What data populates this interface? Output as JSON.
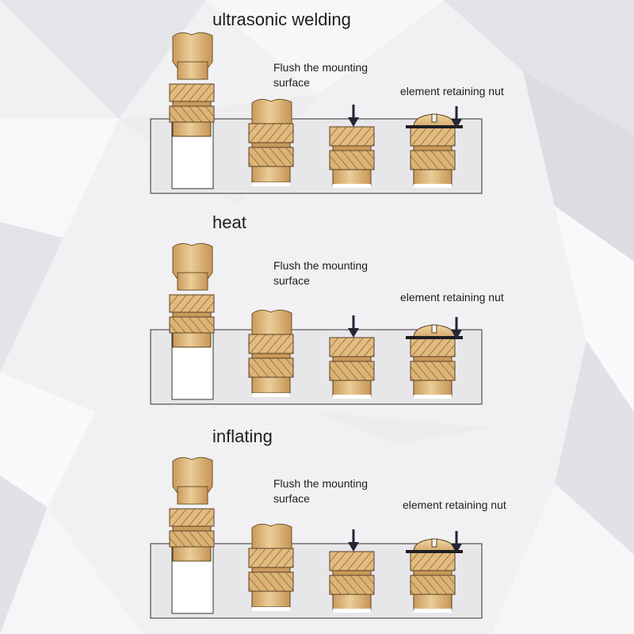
{
  "sections": [
    {
      "title": "ultrasonic welding",
      "flush_label_line1": "Flush the mounting",
      "flush_label_line2": "surface",
      "nut_label": "element retaining nut"
    },
    {
      "title": "heat",
      "flush_label_line1": "Flush the mounting",
      "flush_label_line2": "surface",
      "nut_label": "element retaining nut"
    },
    {
      "title": "inflating",
      "flush_label_line1": "Flush the mounting",
      "flush_label_line2": "surface",
      "nut_label": "element retaining nut"
    }
  ],
  "colors": {
    "brass_light": "#e9c893",
    "brass_mid": "#d6a769",
    "brass_dark": "#b98a4c",
    "outline": "#5a4020",
    "arrow": "#252535",
    "panel": "#e7e7ea"
  }
}
